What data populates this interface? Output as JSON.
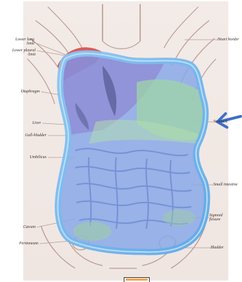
{
  "figure": {
    "colors": {
      "background": "#ffffff",
      "plate": "#f4ece8",
      "linework": "#b89a92",
      "overlay_blue": "#7fa6e6",
      "overlay_border": "#6fb4ec",
      "liver_red": "#d84a4a",
      "stomach_green": "#9fd6a6",
      "arrow_blue": "#3e6ec8",
      "box_orange": "#f2a44a"
    },
    "labels_left": {
      "lower_lung_limit_1": "Lower lung",
      "lower_lung_limit_2": "limit",
      "lower_pleural_limit_1": "Lower pleural",
      "lower_pleural_limit_2": "limit",
      "diaphragm": "Diaphragm",
      "liver": "Liver",
      "gall_bladder": "Gall-bladder",
      "umbilicus": "Umbilicus",
      "cecum": "Cæcum",
      "peritoneum": "Peritoneum"
    },
    "labels_right": {
      "heart": "Heart border",
      "stomach": "Stomach",
      "small_intestine": "Small intestine",
      "sigmoid_1": "Sigmoid",
      "sigmoid_2": "flexure",
      "bladder": "Bladder"
    }
  }
}
